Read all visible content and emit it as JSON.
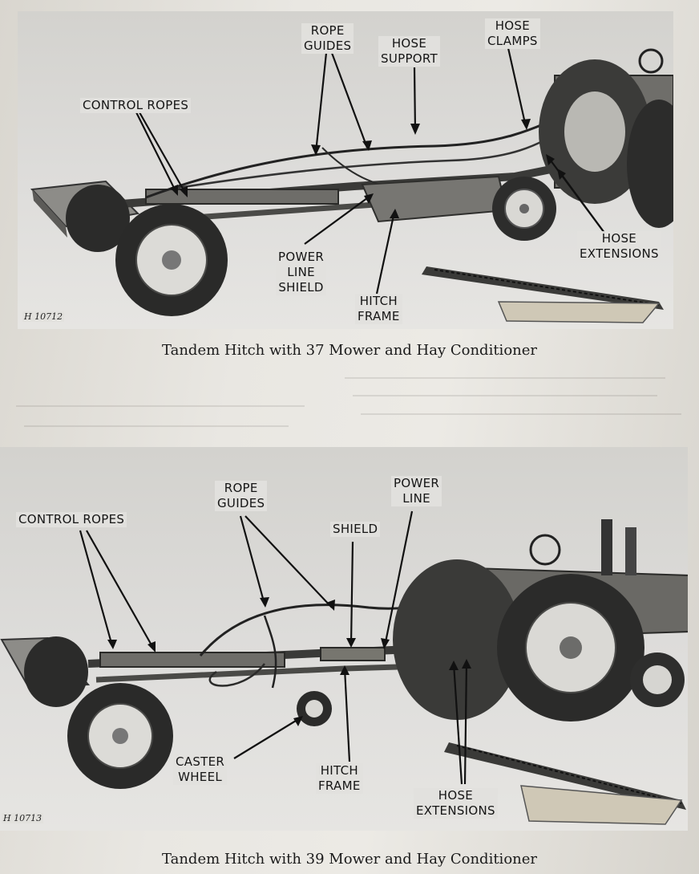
{
  "figure_top": {
    "figure_number": "H 10712",
    "caption": "Tandem Hitch with 37 Mower and Hay Conditioner",
    "labels": {
      "rope_guides": "ROPE\nGUIDES",
      "hose_support": "HOSE\nSUPPORT",
      "hose_clamps": "HOSE\nCLAMPS",
      "control_ropes": "CONTROL ROPES",
      "power_line_shield": "POWER\nLINE\nSHIELD",
      "hitch_frame": "HITCH\nFRAME",
      "hose_extensions": "HOSE\nEXTENSIONS"
    }
  },
  "figure_bottom": {
    "figure_number": "H 10713",
    "caption": "Tandem Hitch with 39 Mower and Hay Conditioner",
    "labels": {
      "rope_guides": "ROPE\nGUIDES",
      "power_line": "POWER\nLINE",
      "control_ropes": "CONTROL ROPES",
      "shield": "SHIELD",
      "caster_wheel": "CASTER\nWHEEL",
      "hitch_frame": "HITCH\nFRAME",
      "hose_extensions": "HOSE\nEXTENSIONS"
    }
  }
}
